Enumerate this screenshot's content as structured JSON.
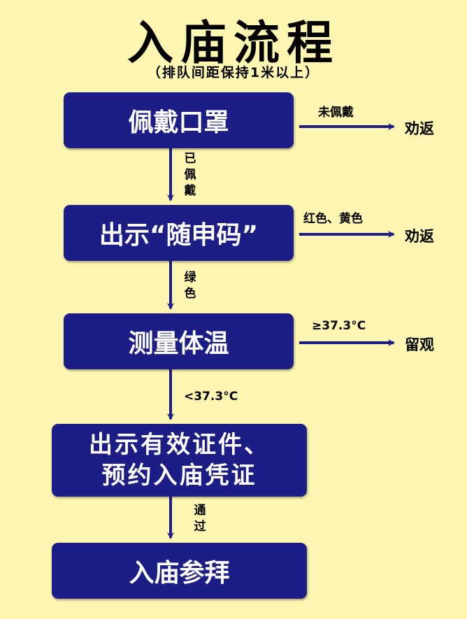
{
  "title": "入庙流程",
  "subtitle": "（排队间距保持1米以上）",
  "steps": [
    {
      "label": "佩戴口罩"
    },
    {
      "label": "出示“随申码”"
    },
    {
      "label": "测量体温"
    },
    {
      "line1": "出示有效证件、",
      "line2": "预约入庙凭证"
    },
    {
      "label": "入庙参拜"
    }
  ],
  "conditions": {
    "c1_line1": "已",
    "c1_line2": "佩",
    "c1_line3": "戴",
    "c2_line1": "绿",
    "c2_line2": "色",
    "c3": "<37.3°C",
    "c4_line1": "通",
    "c4_line2": "过"
  },
  "branches": [
    {
      "condition": "未佩戴",
      "outcome": "劝返"
    },
    {
      "condition": "红色、黄色",
      "outcome": "劝返"
    },
    {
      "condition": "≥37.3°C",
      "outcome": "留观"
    }
  ],
  "colors": {
    "background": "#fdf6b2",
    "box": "#1c1d85",
    "arrow": "#1c1d85"
  }
}
